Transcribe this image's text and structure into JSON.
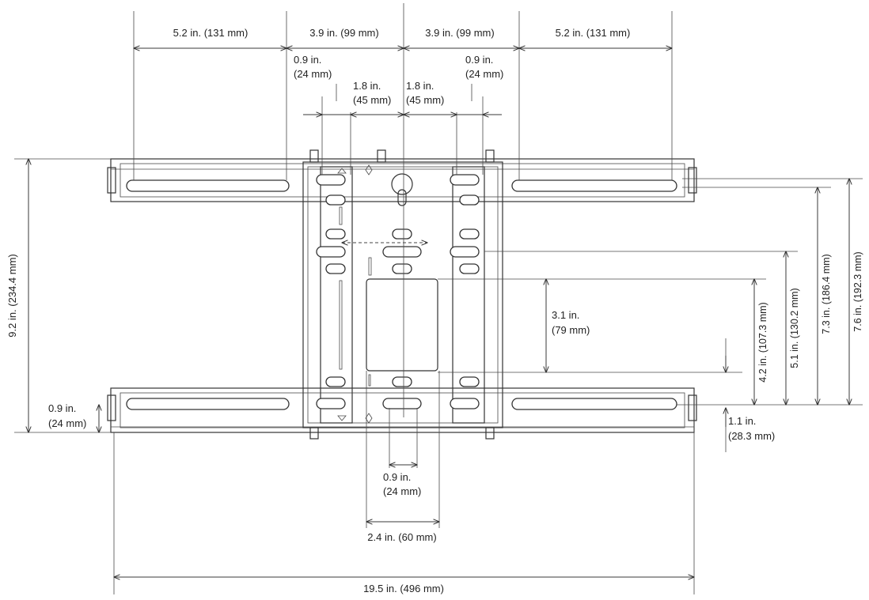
{
  "diagram": {
    "dimensions": {
      "top_left_outer": "5.2 in. (131 mm)",
      "top_left_inner": "3.9 in. (99 mm)",
      "top_right_inner": "3.9 in. (99 mm)",
      "top_right_outer": "5.2 in. (131 mm)",
      "left_small_l1": "0.9 in.",
      "left_small_l2": "(24 mm)",
      "right_small_l1": "0.9 in.",
      "right_small_l2": "(24 mm)",
      "center_left_l1": "1.8 in.",
      "center_left_l2": "(45 mm)",
      "center_right_l1": "1.8 in.",
      "center_right_l2": "(45 mm)",
      "height_total": "9.2 in. (234.4 mm)",
      "bottom_left_l1": "0.9 in.",
      "bottom_left_l2": "(24 mm)",
      "window_l1": "3.1 in.",
      "window_l2": "(79 mm)",
      "v_4_2": "4.2 in. (107.3 mm)",
      "v_5_1": "5.1 in. (130.2 mm)",
      "v_7_3": "7.3 in. (186.4 mm)",
      "v_7_6": "7.6 in. (192.3 mm)",
      "bottom_right_l1": "1.1 in.",
      "bottom_right_l2": "(28.3 mm)",
      "bottom_slot_l1": "0.9 in.",
      "bottom_slot_l2": "(24 mm)",
      "window_width": "2.4 in. (60 mm)",
      "overall_width": "19.5 in. (496 mm)"
    }
  }
}
